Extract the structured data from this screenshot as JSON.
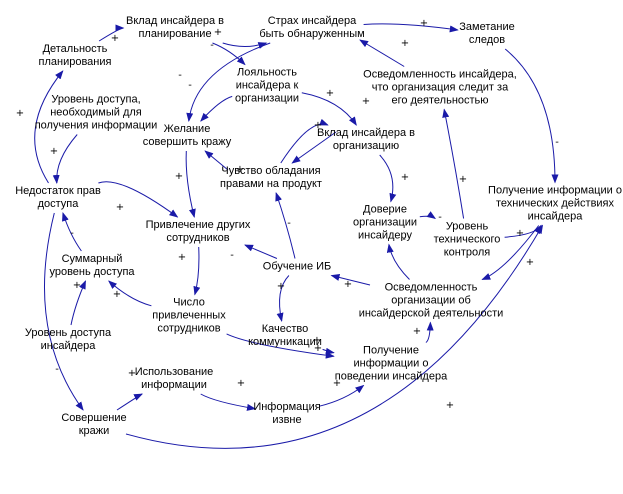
{
  "nodes": {
    "n1": {
      "lines": [
        "Вклад инсайдера в",
        "планирование"
      ]
    },
    "n2": {
      "lines": [
        "Страх инсайдера",
        "быть обнаруженным"
      ]
    },
    "n3": {
      "lines": [
        "Заметание",
        "следов"
      ]
    },
    "n4": {
      "lines": [
        "Детальность",
        "планирования"
      ]
    },
    "n5": {
      "lines": [
        "Лояльность",
        "инсайдера к",
        "организации"
      ]
    },
    "n6": {
      "lines": [
        "Осведомленность инсайдера,",
        "что организация следит за",
        "его деятельностью"
      ]
    },
    "n7": {
      "lines": [
        "Уровень доступа,",
        "необходимый для",
        "получения информации"
      ]
    },
    "n8": {
      "lines": [
        "Желание",
        "совершить кражу"
      ]
    },
    "n9": {
      "lines": [
        "Вклад инсайдера в",
        "организацию"
      ]
    },
    "n10": {
      "lines": [
        "Чувство обладания",
        "правами на продукт"
      ]
    },
    "n11": {
      "lines": [
        "Недостаток прав",
        "доступа"
      ]
    },
    "n12": {
      "lines": [
        "Получение информации о",
        "технических действиях",
        "инсайдера"
      ]
    },
    "n13": {
      "lines": [
        "Привлечение других",
        "сотрудников"
      ]
    },
    "n14": {
      "lines": [
        "Доверие",
        "организации",
        "инсайдеру"
      ]
    },
    "n15": {
      "lines": [
        "Уровень",
        "технического",
        "контроля"
      ]
    },
    "n16": {
      "lines": [
        "Суммарный",
        "уровень доступа"
      ]
    },
    "n17": {
      "lines": [
        "Обучение ИБ"
      ]
    },
    "n18": {
      "lines": [
        "Осведомленность",
        "организации об",
        "инсайдерской деятельности"
      ]
    },
    "n19": {
      "lines": [
        "Число",
        "привлеченных",
        "сотрудников"
      ]
    },
    "n20": {
      "lines": [
        "Уровень доступа",
        "инсайдера"
      ]
    },
    "n21": {
      "lines": [
        "Качество",
        "коммуникации"
      ]
    },
    "n22": {
      "lines": [
        "Получение",
        "информации о",
        "поведении инсайдера"
      ]
    },
    "n23": {
      "lines": [
        "Использование",
        "информации"
      ]
    },
    "n24": {
      "lines": [
        "Информация",
        "извне"
      ]
    },
    "n25": {
      "lines": [
        "Совершение",
        "кражи"
      ]
    }
  },
  "edges": [
    {
      "from": "n1",
      "to": "n2",
      "sign": "+"
    },
    {
      "from": "n2",
      "to": "n3",
      "sign": "+"
    },
    {
      "from": "n1",
      "to": "n5",
      "sign": "-"
    },
    {
      "from": "n2",
      "to": "n8",
      "sign": "-"
    },
    {
      "from": "n4",
      "to": "n1",
      "sign": "+"
    },
    {
      "from": "n5",
      "to": "n8",
      "sign": "-"
    },
    {
      "from": "n5",
      "to": "n9",
      "sign": "+"
    },
    {
      "from": "n6",
      "to": "n2",
      "sign": "+"
    },
    {
      "from": "n3",
      "to": "n12",
      "sign": "-"
    },
    {
      "from": "n7",
      "to": "n11",
      "sign": "+"
    },
    {
      "from": "n9",
      "to": "n10",
      "sign": "+"
    },
    {
      "from": "n10",
      "to": "n9",
      "sign": "+"
    },
    {
      "from": "n10",
      "to": "n8",
      "sign": "+"
    },
    {
      "from": "n9",
      "to": "n14",
      "sign": "+"
    },
    {
      "from": "n8",
      "to": "n13",
      "sign": "+"
    },
    {
      "from": "n11",
      "to": "n13",
      "sign": "+"
    },
    {
      "from": "n11",
      "to": "n4",
      "sign": "+"
    },
    {
      "from": "n14",
      "to": "n15",
      "sign": "-"
    },
    {
      "from": "n15",
      "to": "n6",
      "sign": "+"
    },
    {
      "from": "n15",
      "to": "n12",
      "sign": "+"
    },
    {
      "from": "n16",
      "to": "n11",
      "sign": "-"
    },
    {
      "from": "n17",
      "to": "n10",
      "sign": "-"
    },
    {
      "from": "n17",
      "to": "n13",
      "sign": "-"
    },
    {
      "from": "n17",
      "to": "n21",
      "sign": "+"
    },
    {
      "from": "n18",
      "to": "n14",
      "sign": "-"
    },
    {
      "from": "n18",
      "to": "n17",
      "sign": "+"
    },
    {
      "from": "n12",
      "to": "n18",
      "sign": "+"
    },
    {
      "from": "n13",
      "to": "n19",
      "sign": "+"
    },
    {
      "from": "n19",
      "to": "n16",
      "sign": "+"
    },
    {
      "from": "n20",
      "to": "n16",
      "sign": "+"
    },
    {
      "from": "n19",
      "to": "n22",
      "sign": "+"
    },
    {
      "from": "n21",
      "to": "n22",
      "sign": "+"
    },
    {
      "from": "n22",
      "to": "n18",
      "sign": "+"
    },
    {
      "from": "n11",
      "to": "n25",
      "sign": "-"
    },
    {
      "from": "n25",
      "to": "n23",
      "sign": "+"
    },
    {
      "from": "n23",
      "to": "n24",
      "sign": "+"
    },
    {
      "from": "n24",
      "to": "n22",
      "sign": "+"
    },
    {
      "from": "n25",
      "to": "n12",
      "sign": "+"
    }
  ]
}
